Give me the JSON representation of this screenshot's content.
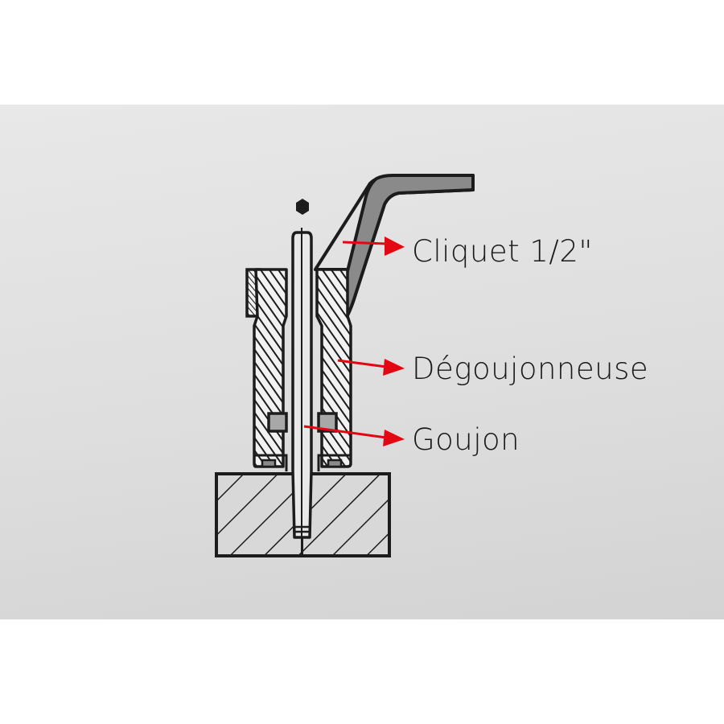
{
  "figure": {
    "type": "technical cross-section diagram",
    "background_band_colors": {
      "top": "#e8e8e8",
      "bottom": "#d3d3d3"
    },
    "line_color": "#1c1c1c",
    "arrow_color": "#e30613",
    "labels": [
      {
        "id": "cliquet",
        "text": "Cliquet 1/2\""
      },
      {
        "id": "degoujonneuse",
        "text": "Dégoujonneuse"
      },
      {
        "id": "goujon",
        "text": "Goujon"
      }
    ],
    "icons": [
      {
        "name": "hexagon-icon",
        "meaning": "hex drive symbol"
      }
    ]
  }
}
